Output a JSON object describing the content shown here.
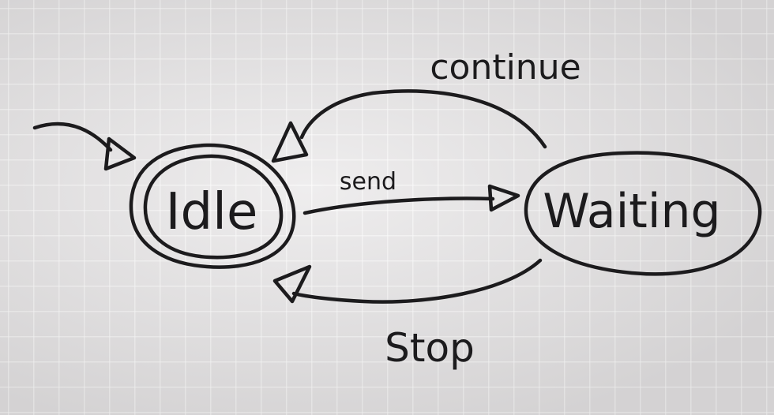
{
  "states": {
    "idle": {
      "label": "Idle",
      "initial": true,
      "accepting": true
    },
    "waiting": {
      "label": "Waiting",
      "initial": false,
      "accepting": false
    }
  },
  "transitions": {
    "send": {
      "label": "send",
      "from": "Idle",
      "to": "Waiting"
    },
    "continue": {
      "label": "continue",
      "from": "Waiting",
      "to": "Idle"
    },
    "stop": {
      "label": "Stop",
      "from": "Waiting",
      "to": "Idle"
    }
  },
  "colors": {
    "ink": "#1c1b1d",
    "paper": "#e6e4e5"
  }
}
